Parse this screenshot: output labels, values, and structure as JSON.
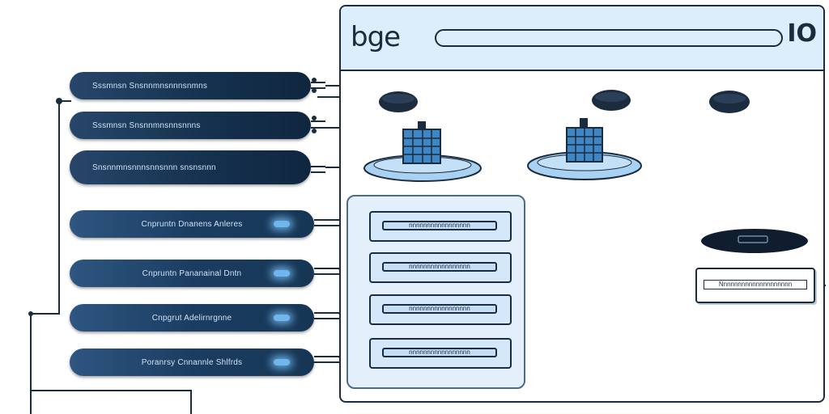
{
  "window": {
    "title": "bge",
    "zoom_label": "IO"
  },
  "left_panel": {
    "upper_items": [
      {
        "label": "Sssmnsn Snsnnmnsnnnsnmns"
      },
      {
        "label": "Sssmnsn Snsnnmnsnnsnnns"
      },
      {
        "label": "Snsnnmnsnnnsnnsnnn snsnsnnn"
      }
    ],
    "lower_items": [
      {
        "label": "Cnpruntn Dnanens Anleres"
      },
      {
        "label": "Cnpruntn Pananainal Dntn"
      },
      {
        "label": "Cnpgrut Adelirnrgnne"
      },
      {
        "label": "Poranrsy Cnnannle Shlfrds"
      }
    ]
  },
  "server_rack": {
    "drawers": [
      {
        "label": "nnnnnnnnnnnnnnnnn"
      },
      {
        "label": "nnnnnnnnnnnnnnnnn"
      },
      {
        "label": "nnnnnnnnnnnnnnnnn"
      },
      {
        "label": "nnnnnnnnnnnnnnnnn"
      }
    ]
  },
  "label_box": {
    "text": "Nnnnnnnnnnnnnnnnnnnn"
  },
  "colors": {
    "ink": "#1c2c3f",
    "pill": "#1b3d62",
    "accent_light": "#dcedfb",
    "glow": "#6fb6ee"
  }
}
